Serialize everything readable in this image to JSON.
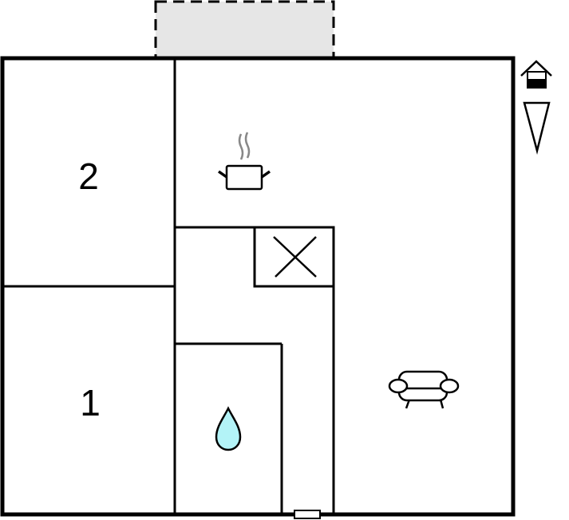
{
  "floorplan": {
    "rooms": [
      {
        "id": "bedroom-2",
        "label": "2"
      },
      {
        "id": "bedroom-1",
        "label": "1"
      }
    ],
    "icons": {
      "kitchen": "cooking-pot-icon",
      "chimney": "chimney-x-icon",
      "bathroom": "water-drop-icon",
      "living": "sofa-icon",
      "entrance": "house-entrance-icon",
      "north": "north-arrow-icon"
    },
    "colors": {
      "wall": "#000000",
      "terrace_fill": "#e6e6e6",
      "water": "#b3f3f7",
      "steam": "#888888"
    }
  }
}
